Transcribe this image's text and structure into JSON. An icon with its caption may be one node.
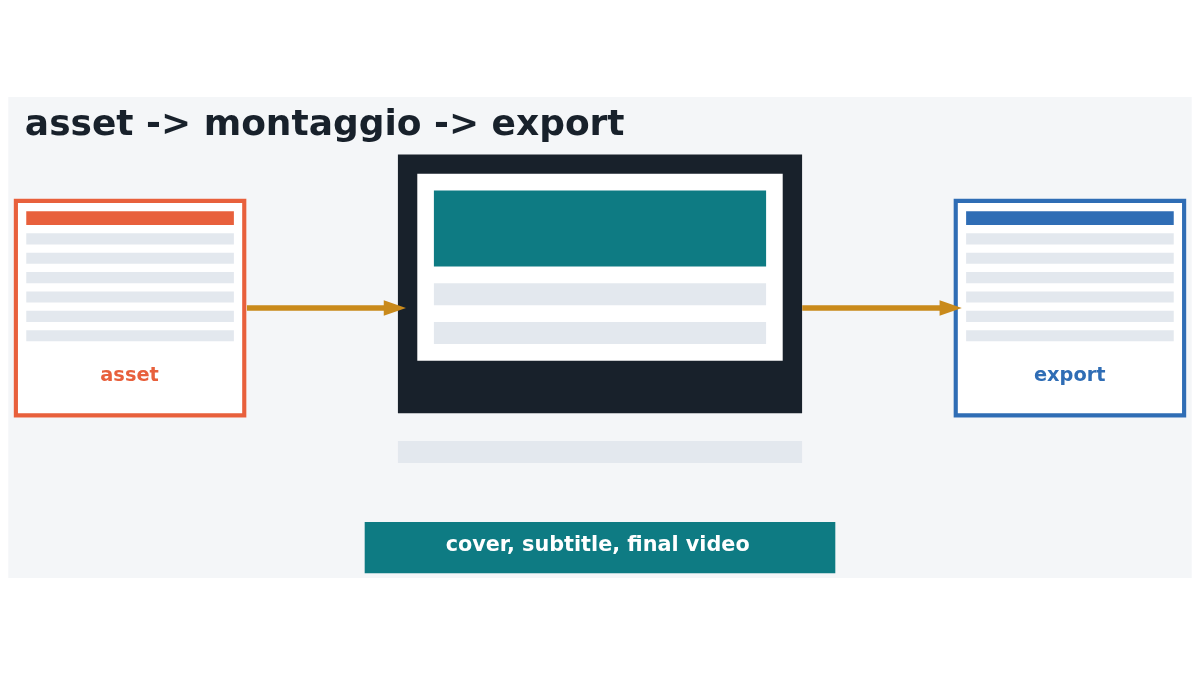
{
  "diagram": {
    "title": "asset -> montaggio -> export",
    "nodes": [
      {
        "text": [
          "asset"
        ]
      },
      {
        "text": [],
        "shape": "box"
      },
      {
        "text": [
          "export"
        ]
      },
      {
        "text": [
          "cover, subtitle, final video"
        ]
      }
    ],
    "edges": [
      {
        "from": 0,
        "to": 1,
        "arrow": "to"
      },
      {
        "from": 1,
        "to": 2,
        "arrow": "to"
      }
    ]
  }
}
